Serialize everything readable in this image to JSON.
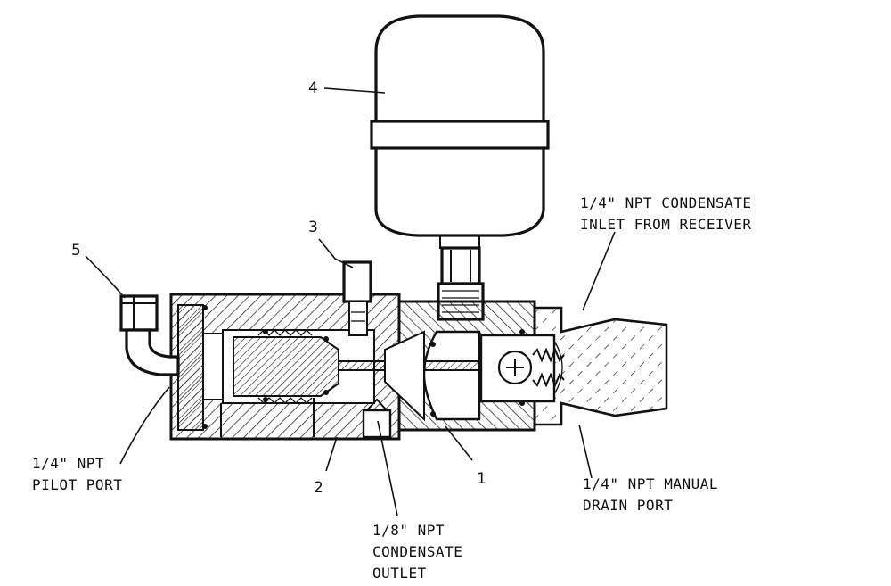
{
  "callouts": {
    "item1": "1",
    "item2": "2",
    "item3": "3",
    "item4": "4",
    "item5": "5"
  },
  "labels": {
    "condensate_inlet": [
      "1/4\" NPT CONDENSATE",
      "INLET FROM RECEIVER"
    ],
    "pilot_port": [
      "1/4\" NPT",
      "PILOT PORT"
    ],
    "condensate_outlet": [
      "1/8\" NPT",
      "CONDENSATE",
      "OUTLET"
    ],
    "manual_drain": [
      "1/4\" NPT MANUAL",
      "DRAIN PORT"
    ]
  }
}
